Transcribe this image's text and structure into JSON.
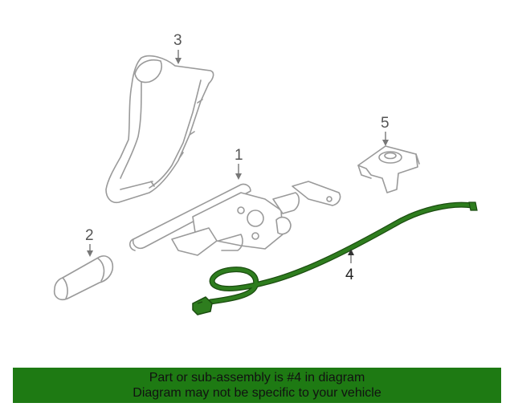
{
  "callouts": {
    "part_1": "1",
    "part_2": "2",
    "part_3": "3",
    "part_4": "4",
    "part_5": "5"
  },
  "highlighted_part": "4",
  "colors": {
    "highlight_part": "#2e7d1e",
    "banner_background": "#1e7a13",
    "linework": "#9a9a9a"
  },
  "banner": {
    "line_1": "Part or sub-assembly is #4 in diagram",
    "line_2": "Diagram may not be specific to your vehicle"
  }
}
